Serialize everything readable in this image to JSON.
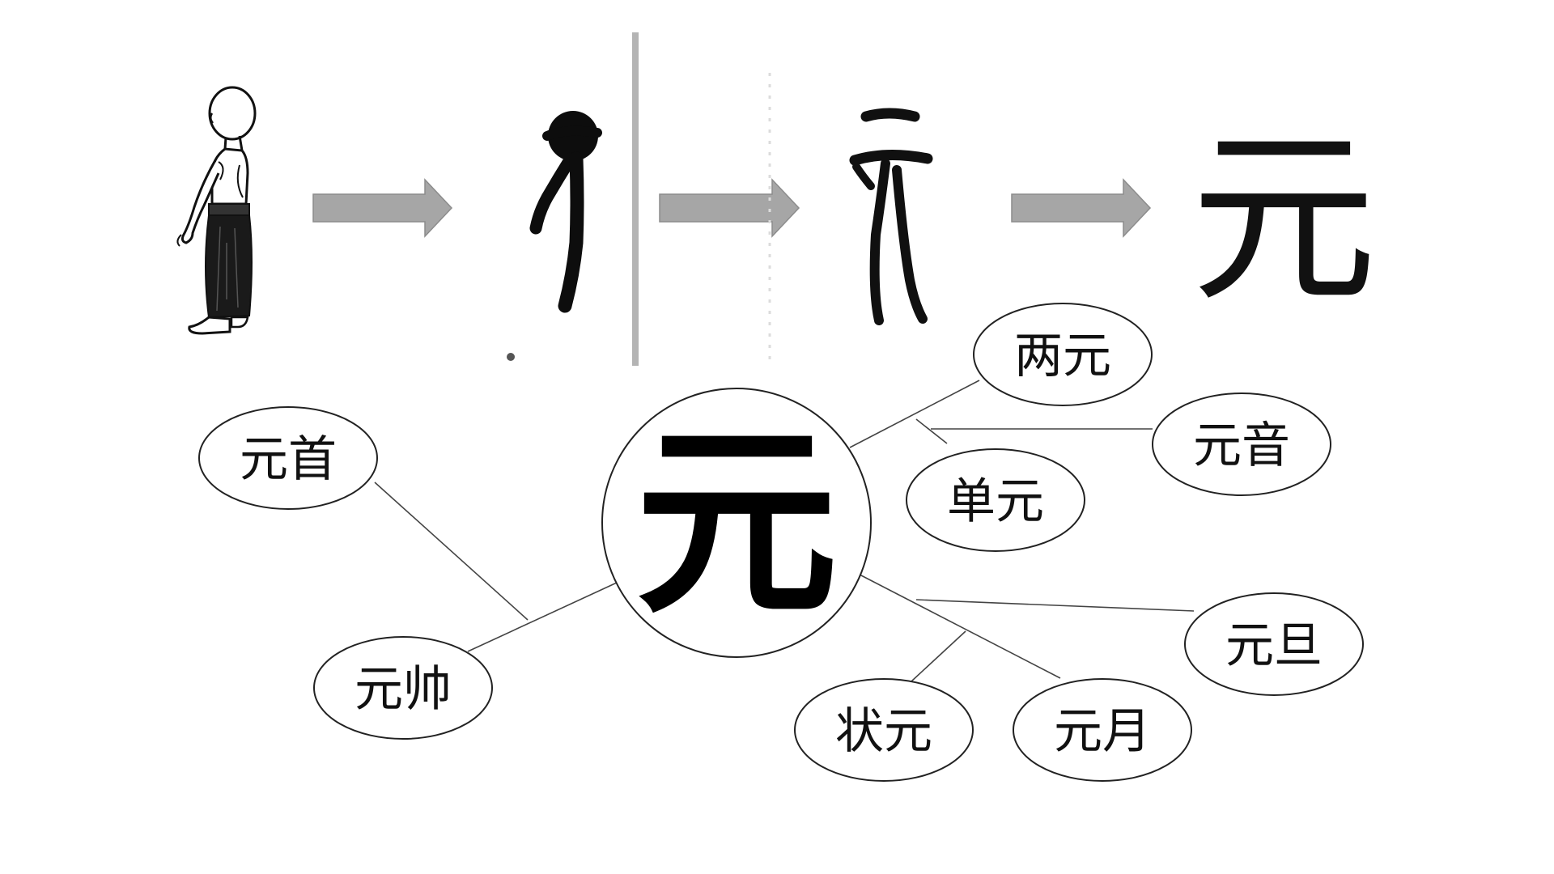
{
  "evolution": {
    "stage3_char": "元"
  },
  "center": {
    "char": "元"
  },
  "words": [
    {
      "id": "liangyuan",
      "text": "两元"
    },
    {
      "id": "yuanyin",
      "text": "元音"
    },
    {
      "id": "danyuan",
      "text": "单元"
    },
    {
      "id": "yuanshou",
      "text": "元首"
    },
    {
      "id": "yuanshuai",
      "text": "元帅"
    },
    {
      "id": "yuandan",
      "text": "元旦"
    },
    {
      "id": "zhuangyuan",
      "text": "状元"
    },
    {
      "id": "yuanyue",
      "text": "元月"
    }
  ],
  "colors": {
    "arrow": "#a6a6a6",
    "line": "#444444",
    "ink": "#111111"
  }
}
